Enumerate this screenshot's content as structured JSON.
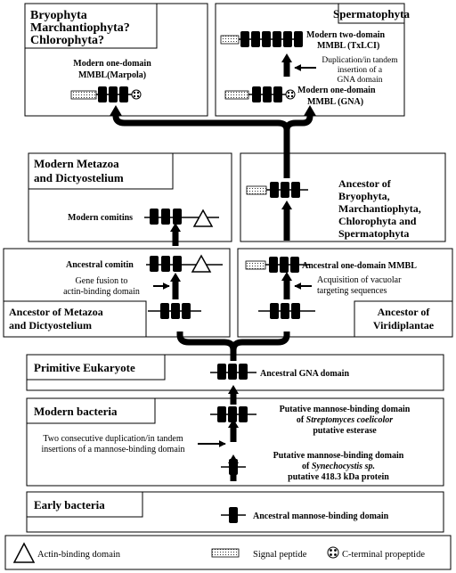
{
  "panels": {
    "bryophyta": {
      "title_line1": "Bryophyta",
      "title_line2": "Marchantiophyta?",
      "title_line3": "Chlorophyta?",
      "caption_line1": "Modern one-domain",
      "caption_line2": "MMBL(Marpola)"
    },
    "spermatophyta": {
      "title": "Spermatophyta",
      "two_domain_line1": "Modern two-domain",
      "two_domain_line2": "MMBL (TxLCI)",
      "dup_line1": "Duplication/in tandem",
      "dup_line2": "insertion of a",
      "dup_line3": "GNA domain",
      "one_domain_line1": "Modern one-domain",
      "one_domain_line2": "MMBL (GNA)"
    },
    "metazoa_modern": {
      "title_line1": "Modern Metazoa",
      "title_line2": "and Dictyostelium",
      "caption": "Modern comitins"
    },
    "viridi_ancestor_top": {
      "title_line1": "Ancestor of",
      "title_line2": "Bryophyta,",
      "title_line3": "Marchantiophyta,",
      "title_line4": "Chlorophyta and",
      "title_line5": "Spermatophyta"
    },
    "metazoa_ancestor": {
      "caption_top": "Ancestral comitin",
      "fusion_line1": "Gene fusion to",
      "fusion_line2": "actin-binding domain",
      "title_line1": "Ancestor of Metazoa",
      "title_line2": "and Dictyostelium"
    },
    "viridiplantae_ancestor": {
      "caption_top": "Ancestral one-domain MMBL",
      "acq_line1": "Acquisition of vacuolar",
      "acq_line2": "targeting sequences",
      "title_line1": "Ancestor of",
      "title_line2": "Viridiplantae"
    },
    "primitive_eukaryote": {
      "title": "Primitive Eukaryote",
      "caption": "Ancestral GNA domain"
    },
    "modern_bacteria": {
      "title": "Modern bacteria",
      "strep_line1": "Putative mannose-binding domain",
      "strep_line2_prefix": "of ",
      "strep_line2_species": "Streptomyces coelicolor",
      "strep_line3": "putative esterase",
      "dup_line1": "Two consecutive duplication/in tandem",
      "dup_line2": "insertions of a mannose-binding domain",
      "syn_line1": "Putative mannose-binding domain",
      "syn_line2_prefix": "of ",
      "syn_line2_species": "Synechocystis sp.",
      "syn_line3": "putative 418.3 kDa protein"
    },
    "early_bacteria": {
      "title": "Early bacteria",
      "caption": "Ancestral mannose-binding domain"
    }
  },
  "legend": {
    "actin": "Actin-binding domain",
    "signal": "Signal peptide",
    "cterm": "C-terminal propeptide"
  }
}
